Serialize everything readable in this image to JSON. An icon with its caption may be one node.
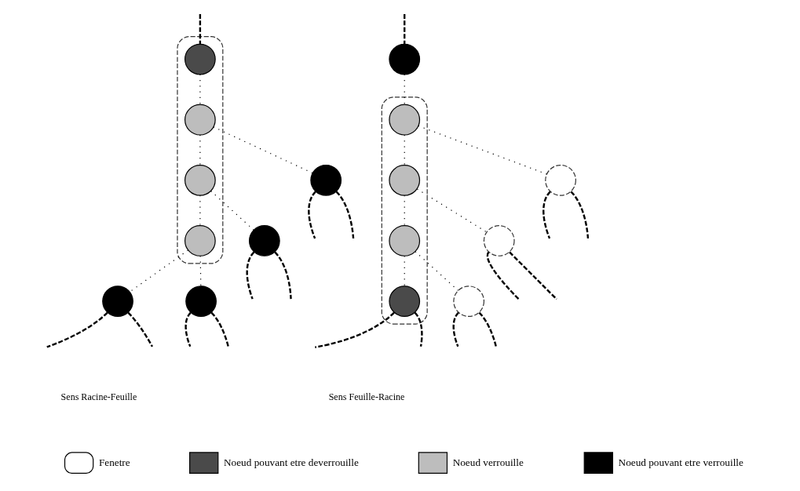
{
  "diagram": {
    "nodes": [
      {
        "text": [],
        "shape": "band"
      },
      {
        "text": [],
        "shape": "circle",
        "in": 0
      },
      {
        "text": [],
        "shape": "circle",
        "in": 0
      },
      {
        "text": [],
        "shape": "circle",
        "in": 0
      },
      {
        "text": [],
        "shape": "circle"
      },
      {
        "text": [],
        "shape": "circle"
      },
      {
        "text": [],
        "shape": "circle",
        "in": 0
      },
      {
        "text": [],
        "shape": "circle"
      },
      {
        "text": [],
        "shape": "circle"
      },
      {
        "text": [],
        "shape": "band"
      },
      {
        "text": [],
        "shape": "circle"
      },
      {
        "text": [],
        "shape": "circle",
        "in": 9
      },
      {
        "text": [],
        "shape": "circle",
        "in": 9
      },
      {
        "text": [],
        "shape": "circle"
      },
      {
        "text": [],
        "shape": "circle"
      },
      {
        "text": [],
        "shape": "circle",
        "in": 9
      },
      {
        "text": [],
        "shape": "circle",
        "in": 9
      },
      {
        "text": [],
        "shape": "circle"
      }
    ],
    "edges": [
      {
        "from": null,
        "to": 1,
        "arrow": "none",
        "style": "dashed"
      },
      {
        "from": 1,
        "to": 2,
        "arrow": "none"
      },
      {
        "from": 2,
        "to": 3,
        "arrow": "none"
      },
      {
        "from": 2,
        "to": 4,
        "arrow": "none"
      },
      {
        "from": 3,
        "to": 5,
        "arrow": "none"
      },
      {
        "from": 3,
        "to": 6,
        "arrow": "none"
      },
      {
        "from": 6,
        "to": 7,
        "arrow": "none"
      },
      {
        "from": 6,
        "to": 8,
        "arrow": "none"
      },
      {
        "from": 4,
        "to": null,
        "arrow": "none",
        "style": "dashed"
      },
      {
        "from": 4,
        "to": null,
        "arrow": "none",
        "style": "dashed"
      },
      {
        "from": 5,
        "to": null,
        "arrow": "none",
        "style": "dashed"
      },
      {
        "from": 5,
        "to": null,
        "arrow": "none",
        "style": "dashed"
      },
      {
        "from": 7,
        "to": null,
        "arrow": "none",
        "style": "dashed"
      },
      {
        "from": 7,
        "to": null,
        "arrow": "none",
        "style": "dashed"
      },
      {
        "from": 8,
        "to": null,
        "arrow": "none",
        "style": "dashed"
      },
      {
        "from": 8,
        "to": null,
        "arrow": "none",
        "style": "dashed"
      },
      {
        "from": null,
        "to": 10,
        "arrow": "none",
        "style": "dashed"
      },
      {
        "from": 10,
        "to": 11,
        "arrow": "none"
      },
      {
        "from": 11,
        "to": 12,
        "arrow": "none"
      },
      {
        "from": 11,
        "to": 13,
        "arrow": "none"
      },
      {
        "from": 12,
        "to": 14,
        "arrow": "none"
      },
      {
        "from": 12,
        "to": 15,
        "arrow": "none"
      },
      {
        "from": 15,
        "to": 16,
        "arrow": "none"
      },
      {
        "from": 15,
        "to": 17,
        "arrow": "none"
      },
      {
        "from": 13,
        "to": null,
        "arrow": "none",
        "style": "dashed"
      },
      {
        "from": 13,
        "to": null,
        "arrow": "none",
        "style": "dashed"
      },
      {
        "from": 14,
        "to": null,
        "arrow": "none",
        "style": "dashed"
      },
      {
        "from": 14,
        "to": null,
        "arrow": "none",
        "style": "dashed"
      },
      {
        "from": 16,
        "to": null,
        "arrow": "none",
        "style": "dashed"
      },
      {
        "from": 16,
        "to": null,
        "arrow": "none",
        "style": "dashed"
      },
      {
        "from": 17,
        "to": null,
        "arrow": "none",
        "style": "dashed"
      },
      {
        "from": 17,
        "to": null,
        "arrow": "none",
        "style": "dashed"
      }
    ],
    "labels": [
      "Sens Racine-Feuille",
      "Sens Feuille-Racine"
    ],
    "legend": [
      {
        "text": "Fenetre"
      },
      {
        "text": "Noeud pouvant etre deverrouille"
      },
      {
        "text": "Noeud verrouille"
      },
      {
        "text": "Noeud pouvant etre verrouille"
      }
    ]
  }
}
